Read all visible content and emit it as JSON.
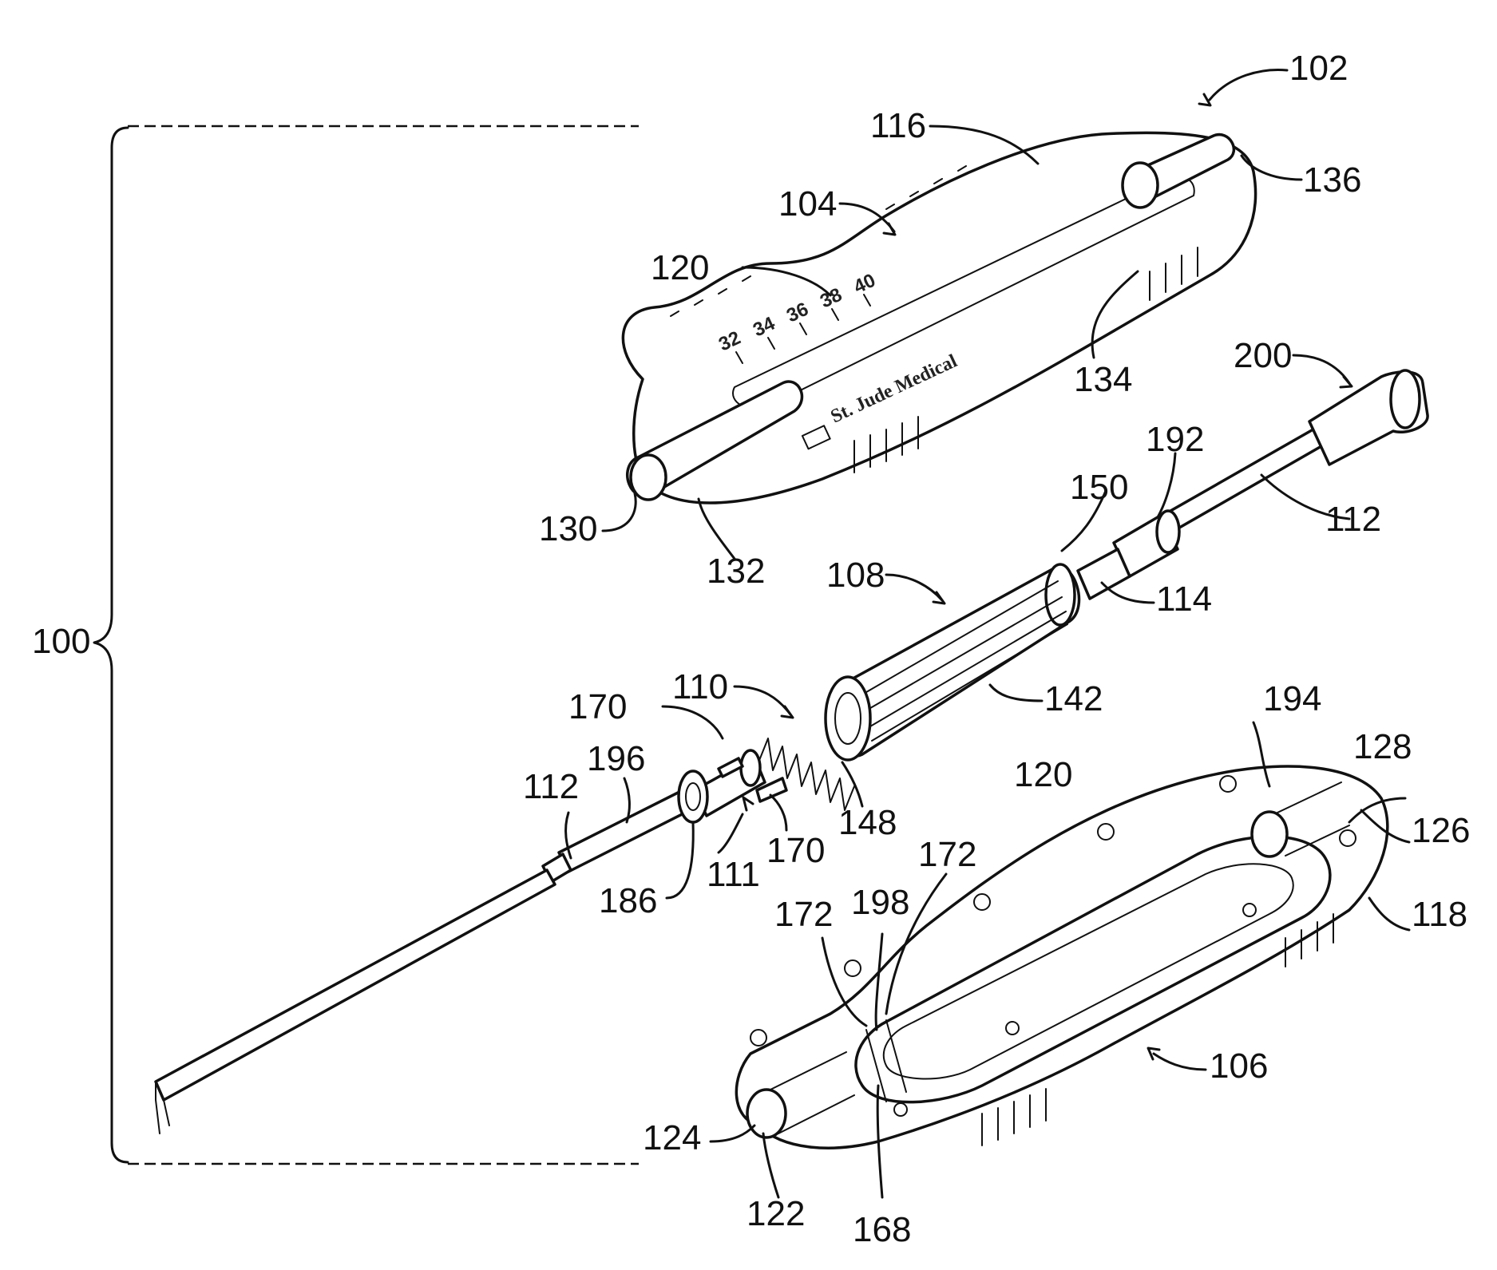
{
  "figure": {
    "reference_labels": {
      "r100": "100",
      "r102": "102",
      "r104": "104",
      "r106": "106",
      "r108": "108",
      "r110": "110",
      "r111": "111",
      "r112a": "112",
      "r112b": "112",
      "r114": "114",
      "r116": "116",
      "r118": "118",
      "r120a": "120",
      "r120b": "120",
      "r122": "122",
      "r124": "124",
      "r126": "126",
      "r128": "128",
      "r130": "130",
      "r132": "132",
      "r134": "134",
      "r136": "136",
      "r142": "142",
      "r148": "148",
      "r150": "150",
      "r168": "168",
      "r170a": "170",
      "r170b": "170",
      "r172a": "172",
      "r172b": "172",
      "r186": "186",
      "r192": "192",
      "r194": "194",
      "r196": "196",
      "r198": "198",
      "r200": "200"
    },
    "handle_scale_marks": [
      "32",
      "34",
      "36",
      "38",
      "40"
    ],
    "brand_engraving": "St. Jude Medical"
  }
}
